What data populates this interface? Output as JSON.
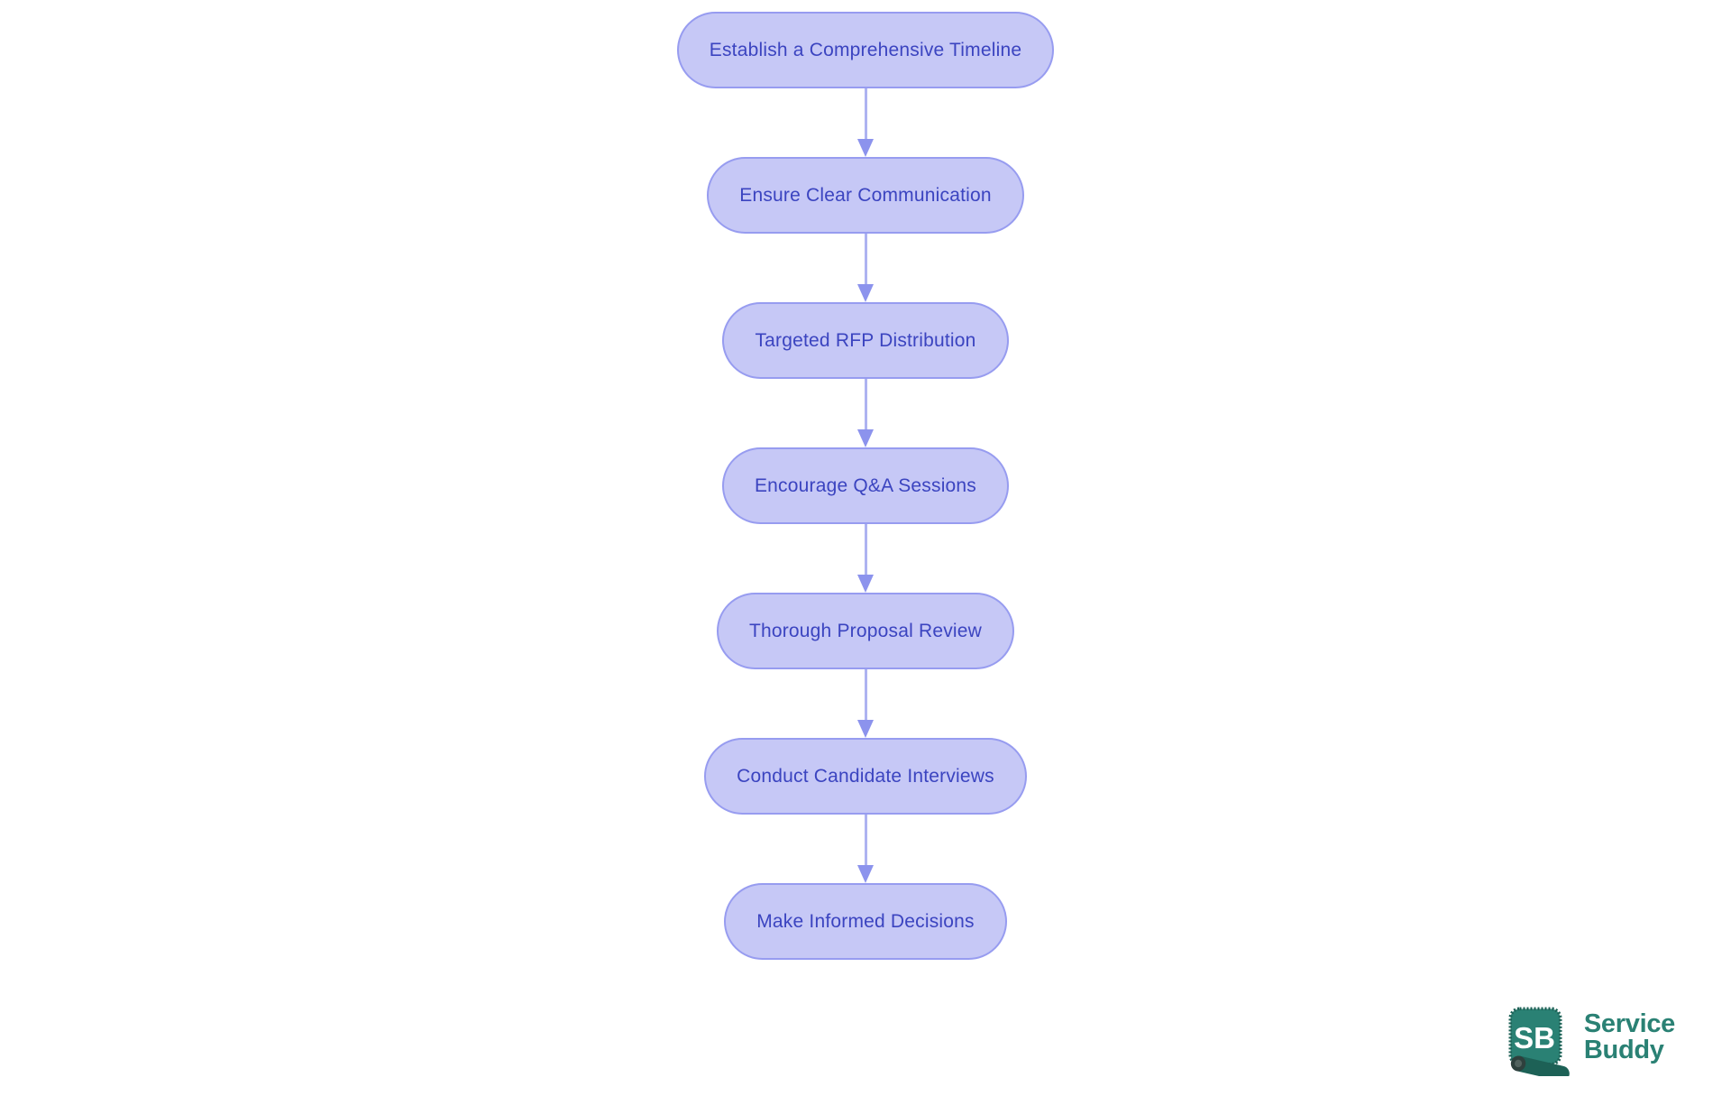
{
  "flowchart": {
    "direction": "top-down",
    "nodes": [
      {
        "label": "Establish a Comprehensive Timeline"
      },
      {
        "label": "Ensure Clear Communication"
      },
      {
        "label": "Targeted RFP Distribution"
      },
      {
        "label": "Encourage Q&A Sessions"
      },
      {
        "label": "Thorough Proposal Review"
      },
      {
        "label": "Conduct Candidate Interviews"
      },
      {
        "label": "Make Informed Decisions"
      }
    ]
  },
  "logo": {
    "badge_text": "SB",
    "name_line1": "Service",
    "name_line2": "Buddy"
  },
  "colors": {
    "node_fill": "#c6c8f6",
    "node_border": "#979cf0",
    "node_text": "#3b44c0",
    "arrow_line": "#adb3f1",
    "arrow_head": "#8c93ed",
    "logo_teal": "#2a8174",
    "logo_teal_dark": "#1d6156",
    "canvas_bg": "#ffffff"
  }
}
